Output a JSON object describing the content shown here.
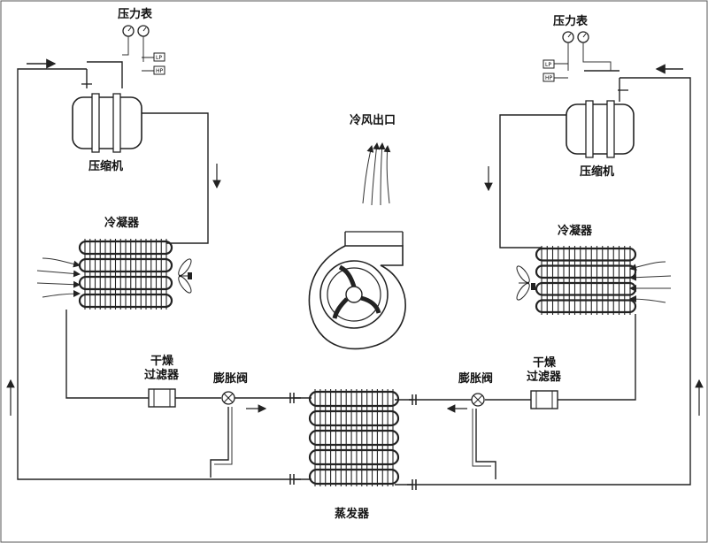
{
  "labels": {
    "gauge_left": "压力表",
    "gauge_right": "压力表",
    "compressor_left": "压缩机",
    "compressor_right": "压缩机",
    "condenser_left": "冷凝器",
    "condenser_right": "冷凝器",
    "cold_air_outlet": "冷风出口",
    "filter_left_line1": "干燥",
    "filter_left_line2": "过滤器",
    "filter_right_line1": "干燥",
    "filter_right_line2": "过滤器",
    "valve_left": "膨胀阀",
    "valve_right": "膨胀阀",
    "evaporator": "蒸发器"
  },
  "switch_marks": {
    "lp": "LP",
    "hp": "HP"
  }
}
